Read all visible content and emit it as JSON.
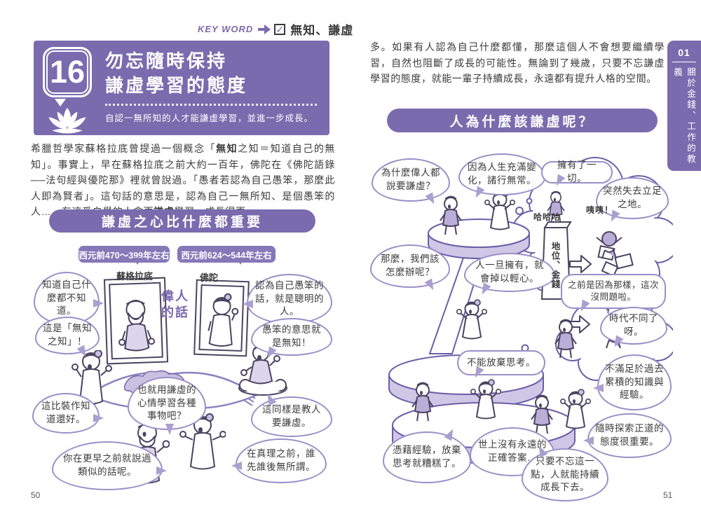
{
  "header": {
    "keyword_label": "KEY WORD",
    "keyword_text": "無知、謙虛",
    "checkbox_mark": "✓"
  },
  "title_block": {
    "number": "16",
    "title_line1": "勿忘隨時保持",
    "title_line2": "謙虛學習的態度",
    "subtitle": "自認一無所知的人才能謙虛學習，並進一步成長。"
  },
  "left_page": {
    "page_number": "50",
    "paragraph_segments": [
      {
        "text": "希臘哲學家蘇格拉底曾提過一個概念「",
        "bold": false
      },
      {
        "text": "無知",
        "bold": true
      },
      {
        "text": "之知＝知道自己的無知」。事實上，早在蘇格拉底之前大約一百年，佛陀在《佛陀語錄──法句經與優陀那》裡就曾說過。「愚者若認為自己愚笨，那麼此人即為賢者」。這句話的意思是，認為自己一無所知、是個愚笨的人……有這番自覺的人會更",
        "bold": false
      },
      {
        "text": "謙虛",
        "bold": true
      },
      {
        "text": "學習，成長得更",
        "bold": false
      }
    ],
    "banner": "謙虛之心比什麼都重要",
    "diagram": {
      "date_left": "西元前470～399年左右",
      "date_right": "西元前624～544年左右",
      "name_left": "蘇格拉底",
      "name_right": "佛陀",
      "center_label_line1": "偉人",
      "center_label_line2": "的話",
      "bubbles": [
        "知道自己什麼都不知道。",
        "這是「無知之知」！",
        "認為自己愚笨的話，就是聰明的人。",
        "愚笨的意思就是無知！",
        "也就用謙虛的心情學習各種事物吧？",
        "這比裝作知道還好。",
        "你在更早之前就說過類似的話呢。",
        "這同樣是教人要謙虛。",
        "在真理之前，誰先誰後無所謂。"
      ]
    }
  },
  "right_page": {
    "page_number": "51",
    "paragraph": "多。如果有人認為自己什麼都懂，那麼這個人不會想要繼續學習，自然也阻斷了成長的可能性。無論到了幾歲，只要不忘謙虛學習的態度，就能一輩子持續成長，永遠都有提升人格的空間。",
    "banner": "人為什麼該謙虛呢？",
    "diagram": {
      "laugh_text": "哈哈哈",
      "cry_text": "咦咦！",
      "pillar_label": "地位、金錢",
      "bubbles": [
        "為什麼偉人都說要謙虛？",
        "因為人生充滿變化，諸行無常。",
        "擁有了一切。",
        "突然失去立足之地。",
        "那麼，我們該怎麼辦呢？",
        "人一旦擁有，就會掉以輕心。",
        "之前是因為那樣，這次沒問題啦。",
        "時代不同了呀。",
        "不能放棄思考。",
        "不滿足於過去累積的知識與經驗。",
        "憑藉經驗，放棄思考就糟糕了。",
        "世上沒有永遠的正確答案…",
        "隨時探索正道的態度很重要。",
        "只要不忘這一點，人就能持續成長下去。"
      ]
    }
  },
  "sidebar": {
    "number": "01",
    "label": "關於金錢、工作的教義"
  },
  "colors": {
    "purple": "#7a6bae",
    "chip_purple": "#8478b8",
    "bubble_border": "#9a8fc8",
    "tail": "#a99fd0",
    "ink": "#4a4460",
    "shade": "#dcd6ec",
    "text": "#3b3b3b"
  }
}
